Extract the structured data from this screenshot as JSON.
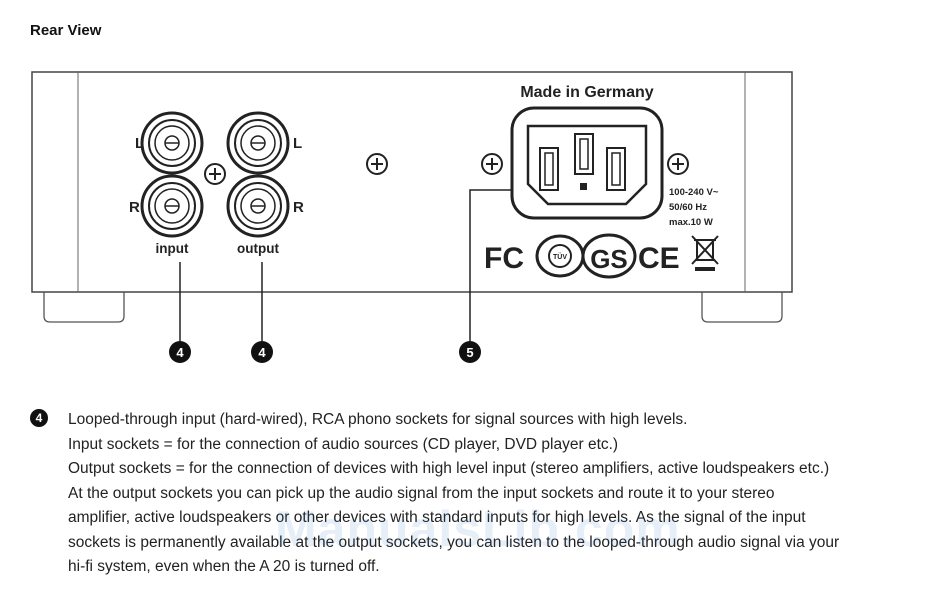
{
  "heading": "Rear View",
  "device": {
    "made_in": "Made in Germany",
    "jack_left": "L",
    "jack_right": "R",
    "input_label": "input",
    "output_label": "output",
    "power_spec": [
      "100-240 V~",
      "50/60 Hz",
      "max.10 W"
    ],
    "cert_fc": "FC",
    "cert_ce": "CE",
    "cert_tuv": "TÜV",
    "cert_gs": "GS"
  },
  "callouts": [
    "4",
    "4",
    "5"
  ],
  "description": {
    "number": "4",
    "lines": [
      "Looped-through input (hard-wired), RCA phono sockets for signal sources with high levels.",
      "Input sockets = for the connection of audio sources (CD player, DVD player etc.)",
      "Output sockets = for the connection of devices with high level input (stereo amplifiers, active loudspeakers etc.)",
      "At the output sockets you can pick up the audio signal from the input sockets and route it to your stereo",
      "amplifier, active loudspeakers or other devices with standard inputs for high levels. As the signal of the input",
      "sockets is permanently available at the output sockets, you can listen to the looped-through audio signal via your",
      "hi-fi system, even when the A 20 is turned off."
    ]
  },
  "watermark": "ManualsLib.com"
}
